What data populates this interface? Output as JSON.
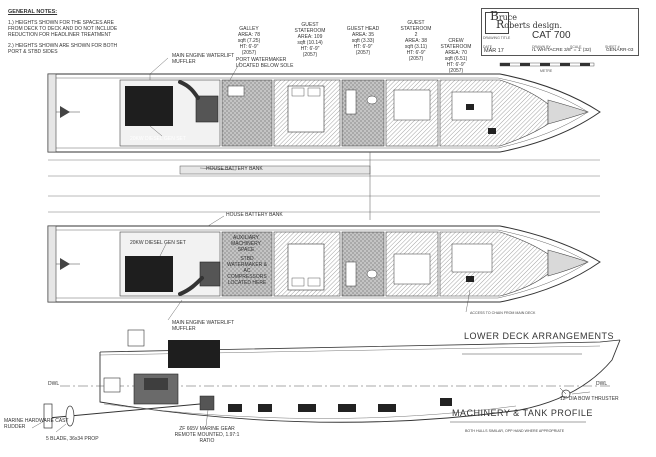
{
  "general_notes": {
    "title": "GENERAL NOTES:",
    "note1_lines": [
      "1.) HEIGHTS SHOWN FOR THE SPACES ARE",
      "FROM DECK TO DECK AND DO NOT INCLUDE",
      "REDUCTION FOR HEADLINER TREATMENT"
    ],
    "note2_lines": [
      "2.) HEIGHTS SHOWN ARE SHOWN FOR BOTH",
      "PORT & STBD SIDES"
    ]
  },
  "title_block": {
    "brand_line1": "ruce",
    "brand_line2": "oberts design.",
    "drawing_title_label": "DRAWING TITLE",
    "drawing_title": "CAT 700",
    "date_label": "DATE",
    "date": "MAR 17",
    "drawn_label": "DRAWN BY",
    "scale_label": "SCALE",
    "scale": "rL WHITACRE 3/8\" = 1' (32)",
    "sheet_label": "SHEET #",
    "sheet": "GENARR-03",
    "scale_bar_label": "METRE"
  },
  "rooms": {
    "galley": [
      "GALLEY",
      "AREA: 78",
      "sqft (7.25)",
      "HT: 6'-9\"",
      "(2057)"
    ],
    "guest_stateroom": [
      "GUEST",
      "STATEROOM",
      "AREA: 109",
      "sqft (10.14)",
      "HT: 6'-9\"",
      "(2057)"
    ],
    "guest_head": [
      "GUEST HEAD",
      "AREA: 35",
      "sqft (3.33)",
      "HT: 6'-9\"",
      "(2057)"
    ],
    "guest_stateroom_2": [
      "GUEST",
      "STATEROOM",
      "2",
      "AREA: 38",
      "sqft (3.11)",
      "HT: 6'-9\"",
      "(2057)"
    ],
    "crew_stateroom": [
      "CREW",
      "STATEROOM",
      "AREA: 70",
      "sqft (6.51)",
      "HT: 6'-9\"",
      "(2057)"
    ]
  },
  "callouts": {
    "main_engine_muffler_top": [
      "MAIN ENGINE WATERLIFT",
      "MUFFLER"
    ],
    "port_watermaker": [
      "PORT WATERMAKER",
      "LOCATED BELOW SOLE"
    ],
    "gen_set_top": "20KW DIESEL GEN SET",
    "house_battery_bank_top": "HOUSE BATTERY BANK",
    "house_battery_bank_bottom": "HOUSE BATTERY BANK",
    "aux_machinery": [
      "AUXILIARY",
      "MACHINERY",
      "SPACE"
    ],
    "stbd_watermaker": [
      "STBD",
      "WATERMAKER &",
      "AC",
      "COMPRESSORS",
      "LOCATED HERE"
    ],
    "gen_set_bottom": "20KW DIESEL GEN SET",
    "main_engine_muffler_bottom": [
      "MAIN ENGINE WATERLIFT",
      "MUFFLER"
    ],
    "access_note": "ACCESS TO CHAIN FROM MAIN DECK",
    "marine_hardware": [
      "MARINE HARDWARE CAST",
      "RUDDER"
    ],
    "prop": "5 BLADE, 36x34 PROP",
    "gear": [
      "ZF 665V MARINE GEAR",
      "REMOTE MOUNTED, 1.97:1",
      "RATIO"
    ],
    "dwl_left": "DWL",
    "dwl_right": "DWL",
    "bow_thruster": "12\" DIA BOW THRUSTER"
  },
  "section_titles": {
    "lower_deck": "LOWER DECK ARRANGEMENTS",
    "profile": "MACHINERY & TANK PROFILE",
    "profile_sub": "BOTH HULLS SIMILAR, OPP HAND WHERE APPROPRIATE"
  },
  "colors": {
    "line": "#333333",
    "hatch": "#7a7a7a",
    "dark_equipment": "#1e1e1e",
    "floor_grey": "#bdbdbd",
    "background": "#ffffff"
  }
}
